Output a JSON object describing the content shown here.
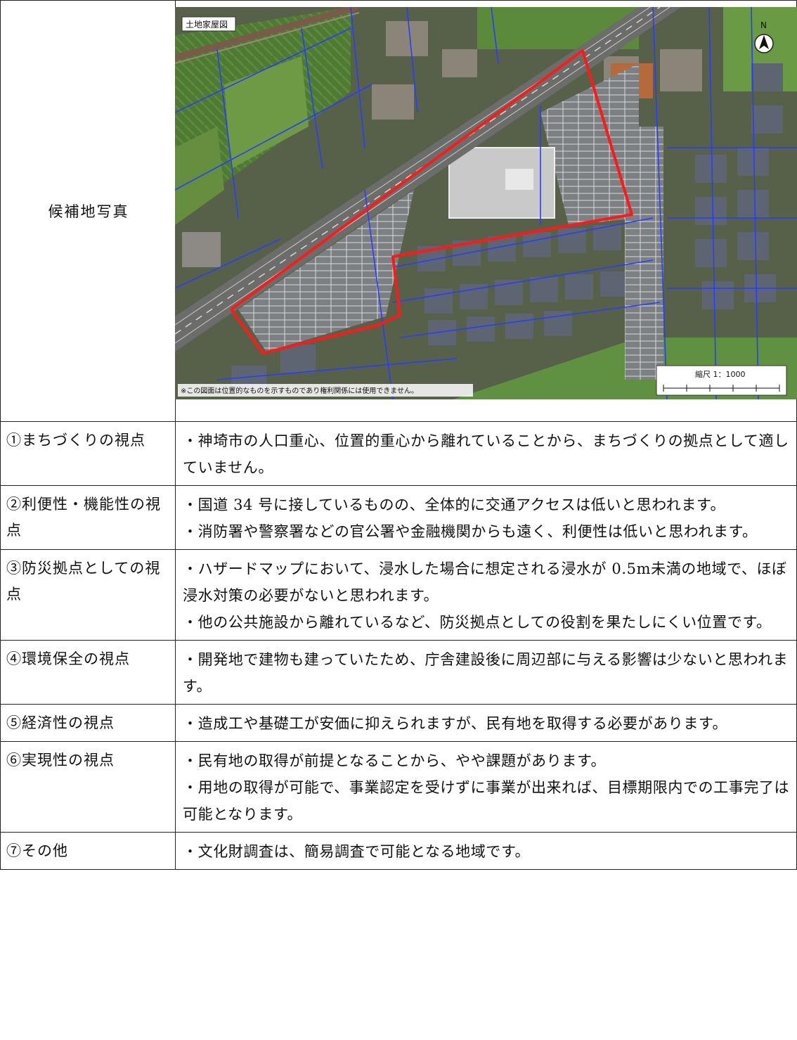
{
  "photo_row": {
    "label": "候補地写真",
    "map_title": "土地家屋図",
    "north": "N",
    "scale_label": "縮尺 1：1000",
    "disclaimer": "※この図面は位置的なものを示すものであり権利関係には使用できません。"
  },
  "rows": [
    {
      "label": "①まちづくりの視点",
      "items": [
        "・神埼市の人口重心、位置的重心から離れていることから、まちづくりの拠点として適していません。"
      ]
    },
    {
      "label": "②利便性・機能性の視点",
      "items": [
        "・国道 34 号に接しているものの、全体的に交通アクセスは低いと思われます。",
        "・消防署や警察署などの官公署や金融機関からも遠く、利便性は低いと思われます。"
      ]
    },
    {
      "label": "③防災拠点としての視点",
      "items": [
        "・ハザードマップにおいて、浸水した場合に想定される浸水が 0.5m未満の地域で、ほぼ浸水対策の必要がないと思われます。",
        "・他の公共施設から離れているなど、防災拠点としての役割を果たしにくい位置です。"
      ]
    },
    {
      "label": "④環境保全の視点",
      "items": [
        "・開発地で建物も建っていたため、庁舎建設後に周辺部に与える影響は少ないと思われます。"
      ]
    },
    {
      "label": "⑤経済性の視点",
      "items": [
        "・造成工や基礎工が安価に抑えられますが、民有地を取得する必要があります。"
      ]
    },
    {
      "label": "⑥実現性の視点",
      "items": [
        "・民有地の取得が前提となることから、やや課題があります。",
        "・用地の取得が可能で、事業認定を受けずに事業が出来れば、目標期限内での工事完了は可能となります。"
      ]
    },
    {
      "label": "⑦その他",
      "items": [
        "・文化財調査は、簡易調査で可能となる地域です。"
      ]
    }
  ]
}
